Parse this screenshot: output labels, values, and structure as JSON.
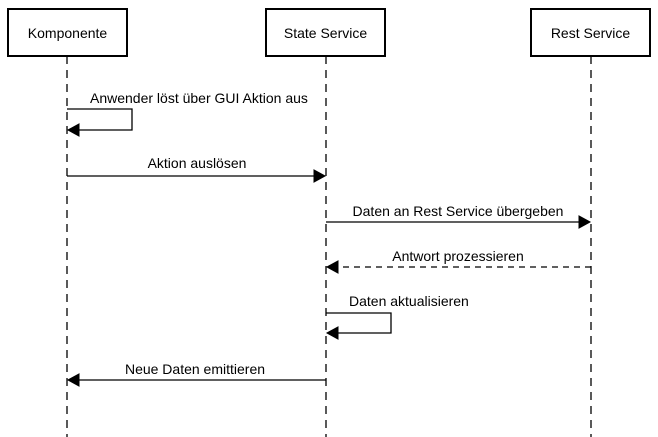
{
  "participants": [
    {
      "id": "komponente",
      "label": "Komponente"
    },
    {
      "id": "state",
      "label": "State Service"
    },
    {
      "id": "rest",
      "label": "Rest Service"
    }
  ],
  "messages": [
    {
      "from": "komponente",
      "to": "komponente",
      "label": "Anwender löst über GUI Aktion aus",
      "style": "solid"
    },
    {
      "from": "komponente",
      "to": "state",
      "label": "Aktion auslösen",
      "style": "solid"
    },
    {
      "from": "state",
      "to": "rest",
      "label": "Daten an Rest Service übergeben",
      "style": "solid"
    },
    {
      "from": "rest",
      "to": "state",
      "label": "Antwort prozessieren",
      "style": "dashed"
    },
    {
      "from": "state",
      "to": "state",
      "label": "Daten aktualisieren",
      "style": "solid"
    },
    {
      "from": "state",
      "to": "komponente",
      "label": "Neue Daten emittieren",
      "style": "solid"
    }
  ]
}
